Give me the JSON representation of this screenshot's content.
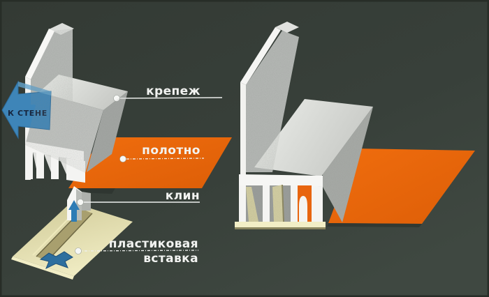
{
  "title": "stretch-ceiling profile mounting diagram",
  "labels": {
    "fastener": "крепеж",
    "canvas": "полотно",
    "wedge": "клин",
    "insert_line1": "пластиковая",
    "insert_line2": "вставка",
    "to_wall": "К СТЕНЕ"
  },
  "icons": {
    "to_wall_arrow": "left-block-arrow",
    "wedge_arrow": "up-arrow",
    "insert_arrow": "press-splay-arrow"
  },
  "colors": {
    "background_top": "#333a34",
    "background_bottom": "#3f4841",
    "border": "#272d27",
    "canvas_orange": "#e8660e",
    "insert_beige": "#ddd8a6",
    "arrow_blue": "#3e85b8",
    "profile_white": "#f6f6f4",
    "label_text": "#f2f3f1",
    "to_wall_text": "#17263f"
  }
}
